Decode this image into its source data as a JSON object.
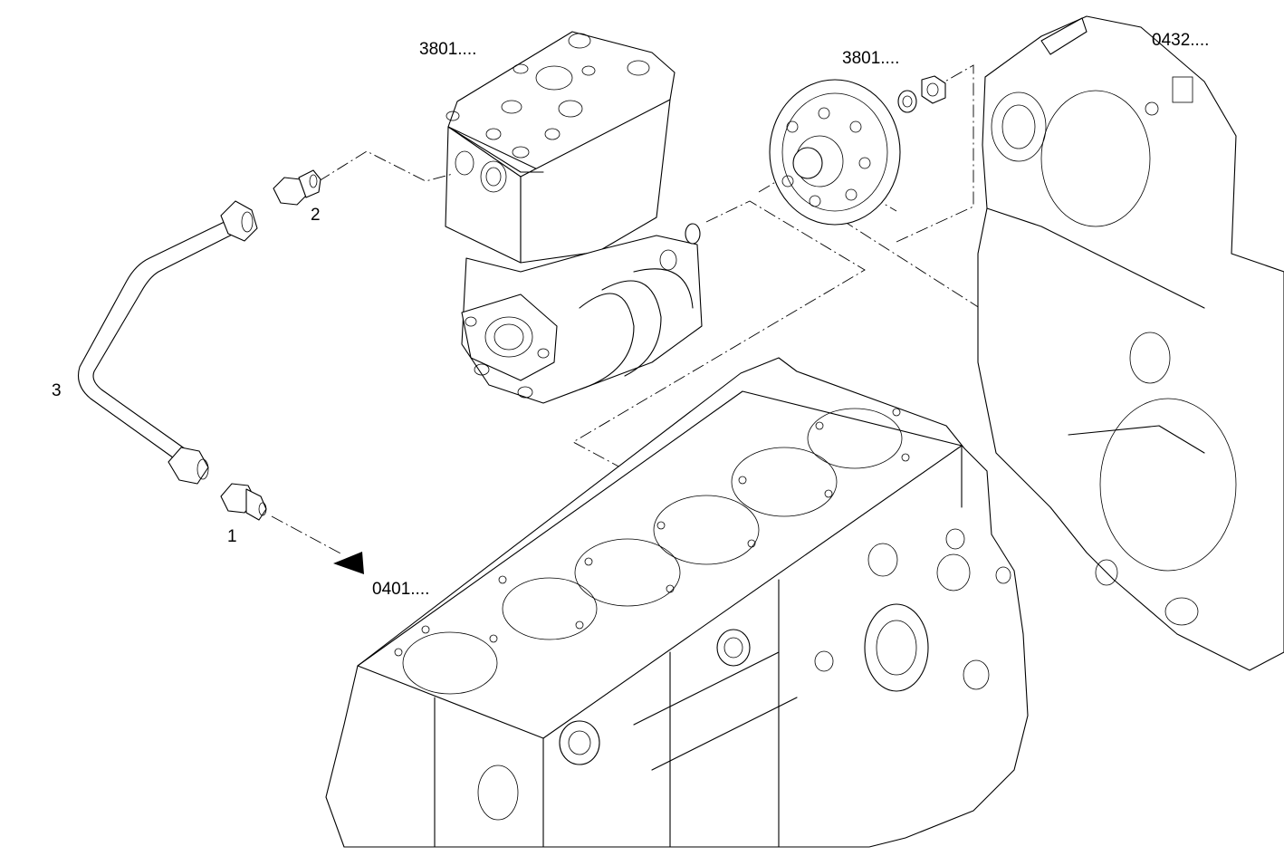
{
  "diagram": {
    "part_numbers": {
      "item_1": "1",
      "item_2": "2",
      "item_3": "3"
    },
    "references": {
      "compressor_group": "3801....",
      "gear_group": "3801....",
      "timing_cover_group": "0432....",
      "engine_block_group": "0401...."
    }
  }
}
